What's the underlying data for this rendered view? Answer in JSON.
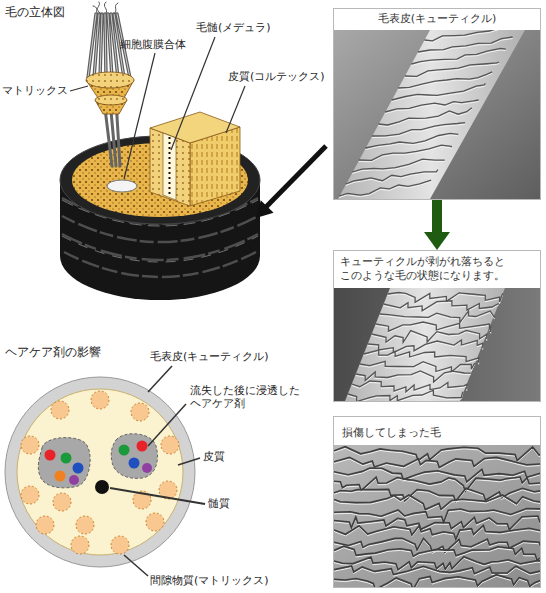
{
  "diagram": {
    "nodes": [
      {
        "text": [
          "毛表皮(キューティクル)"
        ]
      },
      {
        "text": [
          "キューティクルが剥がれ落ちると このような毛の状態になります。"
        ]
      },
      {
        "text": [
          "損傷してしまった毛"
        ]
      }
    ],
    "edges": [
      {
        "from": 0,
        "to": 1,
        "arrow": "to"
      }
    ],
    "labels": [
      "毛の立体図",
      "細胞腹膜合体",
      "毛髄(メデュラ)",
      "マトリックス",
      "皮質(コルテックス)",
      "ヘアケア剤の影響",
      "毛表皮(キューティクル)",
      "流失した後に浸透した ヘアケア剤",
      "皮質",
      "髄質",
      "間隙物質(マトリックス)"
    ]
  }
}
